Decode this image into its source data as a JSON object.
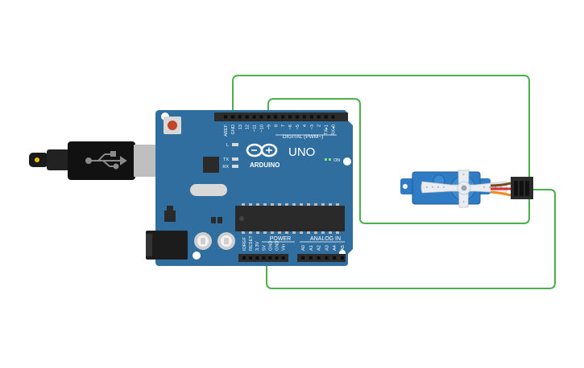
{
  "board": {
    "brand": "ARDUINO",
    "model": "UNO",
    "digital_header_label": "DIGITAL (PWM~)",
    "power_label": "POWER",
    "analog_label": "ANALOG IN",
    "on_label": "ON",
    "l_label": "L",
    "tx_label": "TX",
    "rx_label": "RX",
    "digital_pins": [
      "AREF",
      "GND",
      "13",
      "12",
      "~11",
      "~10",
      "~9",
      "8",
      "7",
      "~6",
      "~5",
      "4",
      "~3",
      "2",
      "TX▸1",
      "RX◂0"
    ],
    "power_pins": [
      "IOREF",
      "RESET",
      "3.3V",
      "5V",
      "GND",
      "GND",
      "Vin"
    ],
    "analog_pins": [
      "A0",
      "A1",
      "A2",
      "A3",
      "A4",
      "A5"
    ]
  },
  "colors": {
    "board": "#2f6e9e",
    "board_dark": "#24597f",
    "wire": "#4cb04a",
    "header": "#2b2b2b",
    "servo_body": "#2f7bc4",
    "servo_horn": "#e9edf1",
    "servo_brown": "#7a4a1f",
    "servo_red": "#d62f2f",
    "servo_orange": "#f08a1a"
  }
}
